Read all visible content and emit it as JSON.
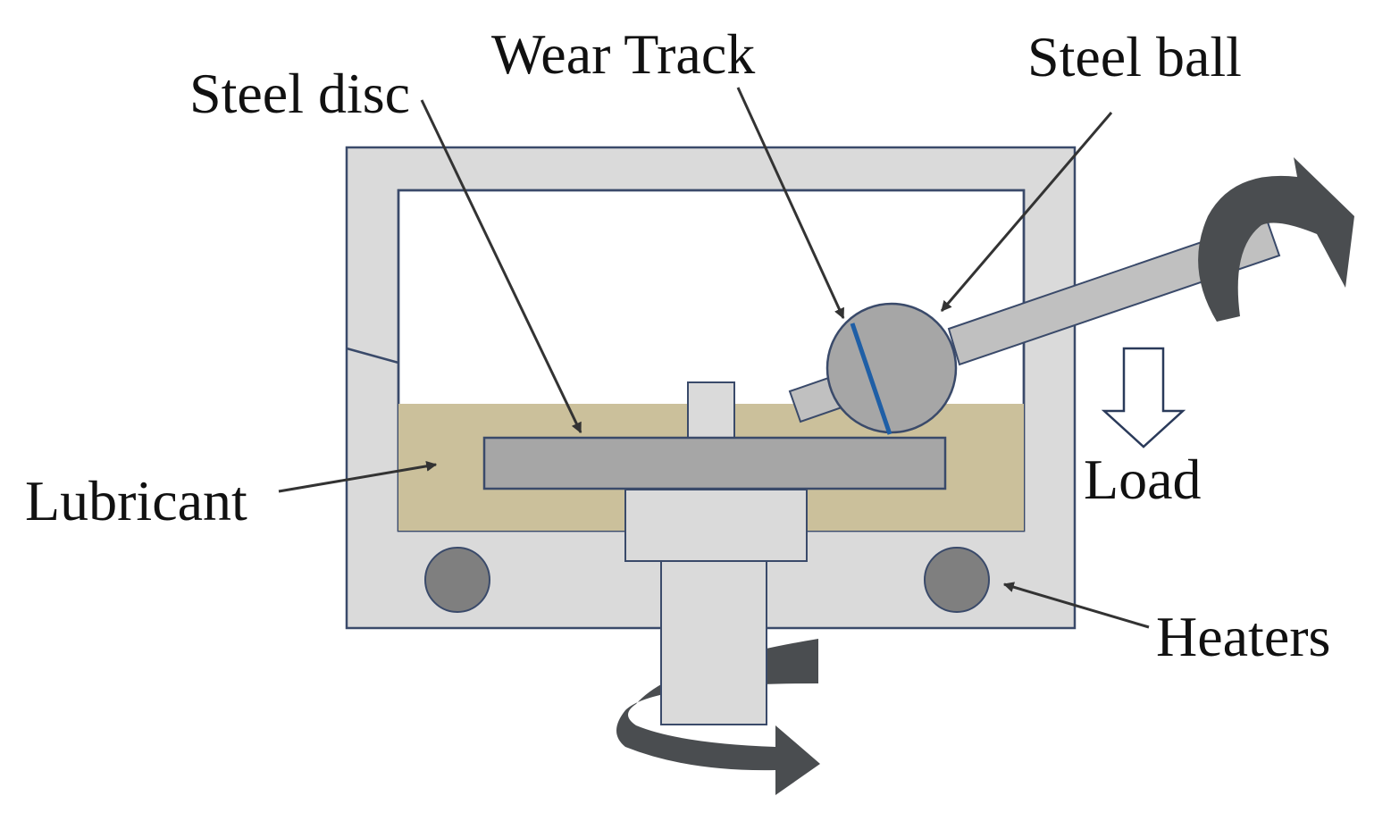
{
  "labels": {
    "wear_track": "Wear Track",
    "steel_ball": "Steel ball",
    "steel_disc": "Steel disc",
    "lubricant": "Lubricant",
    "load": "Load",
    "heaters": "Heaters"
  },
  "colors": {
    "frame_fill": "#dadada",
    "frame_stroke": "#3a4a6a",
    "lubricant": "#cbc09b",
    "disc": "#a6a6a6",
    "ball": "#a6a6a6",
    "wear_track": "#1f5fa6",
    "heater": "#7f7f7f",
    "rotation_arrow": "#4a4d50",
    "leader_line": "#333333"
  },
  "icons": {
    "load_arrow": "hollow-down-arrow-icon",
    "rotation": "curved-rotation-arrow-icon"
  }
}
